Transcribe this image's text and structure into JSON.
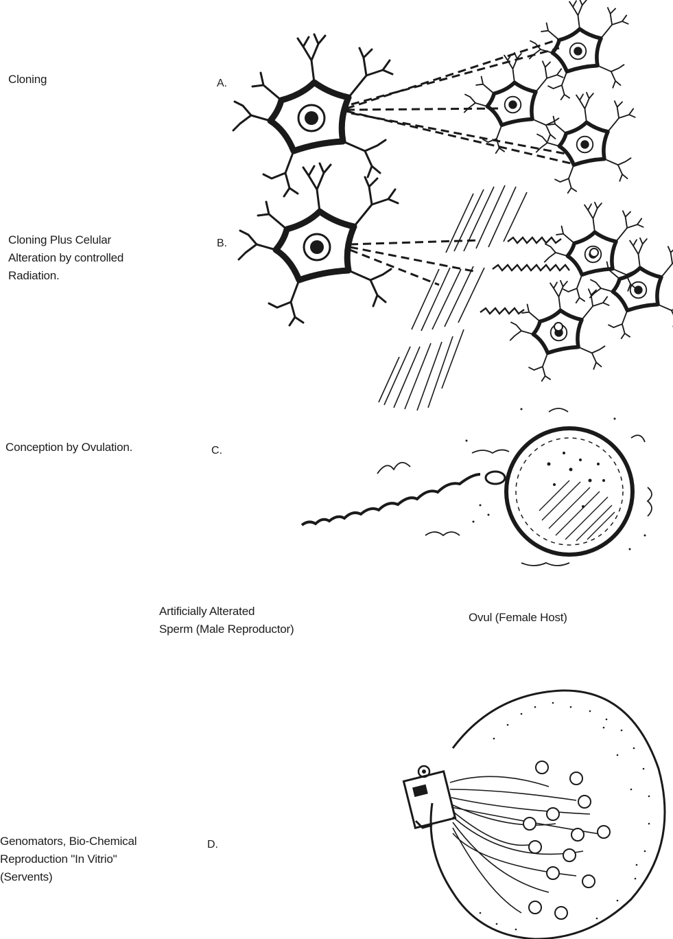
{
  "rows": [
    {
      "letter": "A.",
      "caption": "Cloning"
    },
    {
      "letter": "B.",
      "caption": "Cloning Plus Celular\nAlteration by controlled\nRadiation."
    },
    {
      "letter": "C.",
      "caption": "Conception by Ovulation."
    },
    {
      "letter": "D.",
      "caption": "Genomators, Bio-Chemical\nReproduction \"In Vitrio\"\n(Servents)"
    }
  ],
  "labels": {
    "sperm": "Artificially Alterated\nSperm (Male Reproductor)",
    "ovum": "Ovul (Female Host)"
  }
}
